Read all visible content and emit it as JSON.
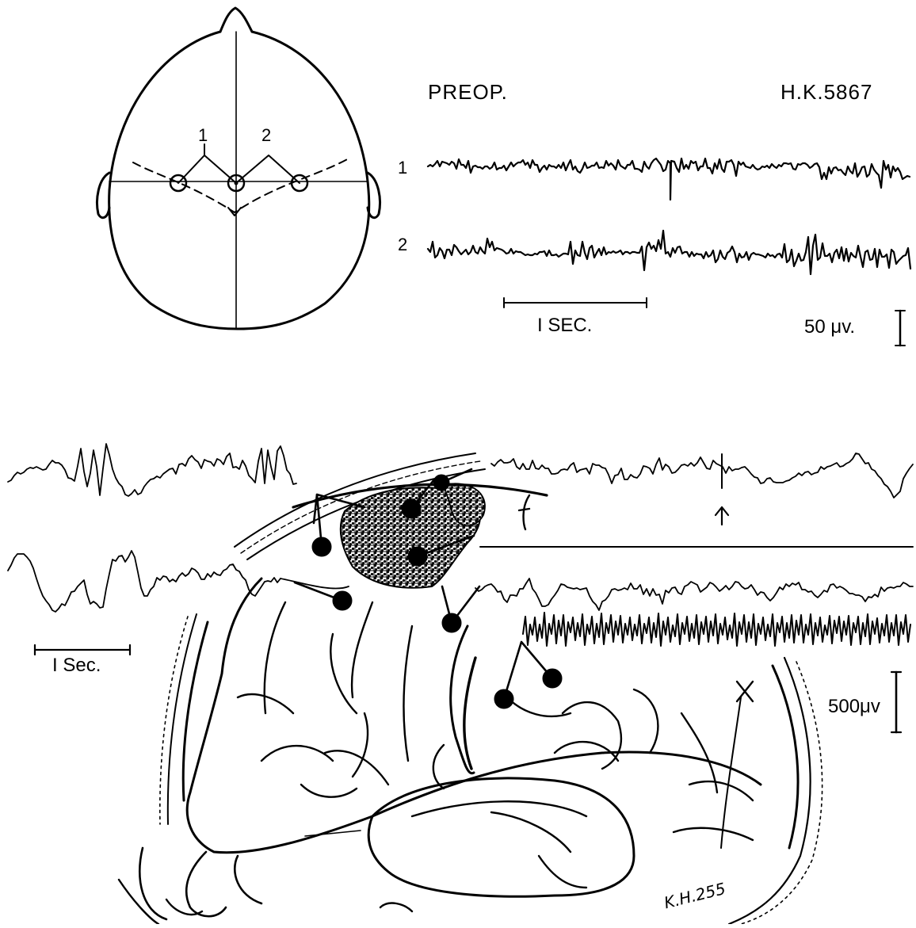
{
  "top_panel": {
    "title": "PREOP.",
    "case_id": "H.K.5867",
    "montage_labels": [
      "1",
      "2"
    ],
    "channel_labels": [
      "1",
      "2"
    ],
    "time_scale": "I SEC.",
    "amplitude_scale": "50 μv."
  },
  "bottom_panel": {
    "time_scale": "I Sec.",
    "amplitude_scale": "500μv",
    "case_id": "K.H.255"
  },
  "colors": {
    "ink": "#000000",
    "paper": "#ffffff",
    "stipple": "#1a1a1a"
  }
}
